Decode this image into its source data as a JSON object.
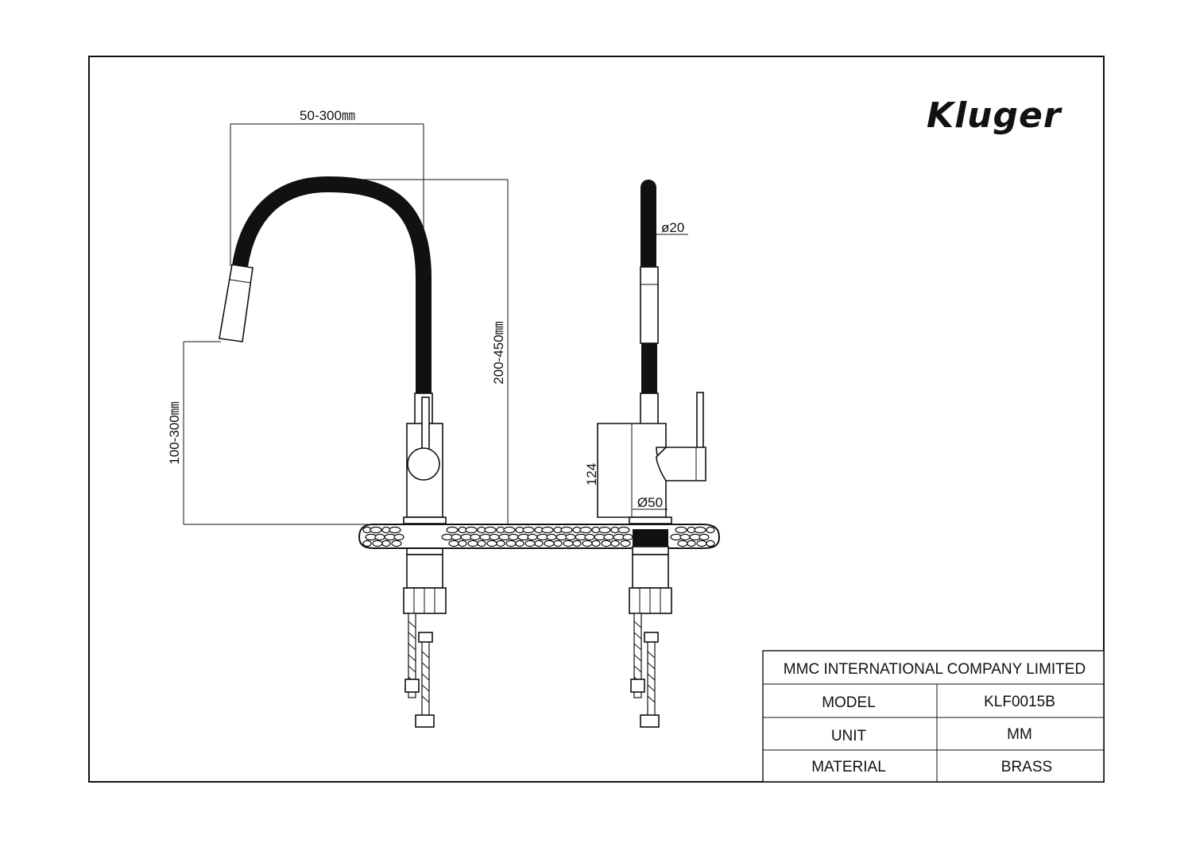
{
  "brand": {
    "logo_text": "Kluger"
  },
  "dimensions": {
    "spout_reach": "50-300㎜",
    "overall_height": "200-450㎜",
    "spout_clearance": "100-300㎜",
    "hose_diameter": "ø20",
    "body_height": "124",
    "base_diameter": "Ø50"
  },
  "title_block": {
    "company": "MMC INTERNATIONAL COMPANY LIMITED",
    "rows": [
      {
        "label": "MODEL",
        "value": "KLF0015B"
      },
      {
        "label": "UNIT",
        "value": "MM"
      },
      {
        "label": "MATERIAL",
        "value": "BRASS"
      }
    ]
  }
}
